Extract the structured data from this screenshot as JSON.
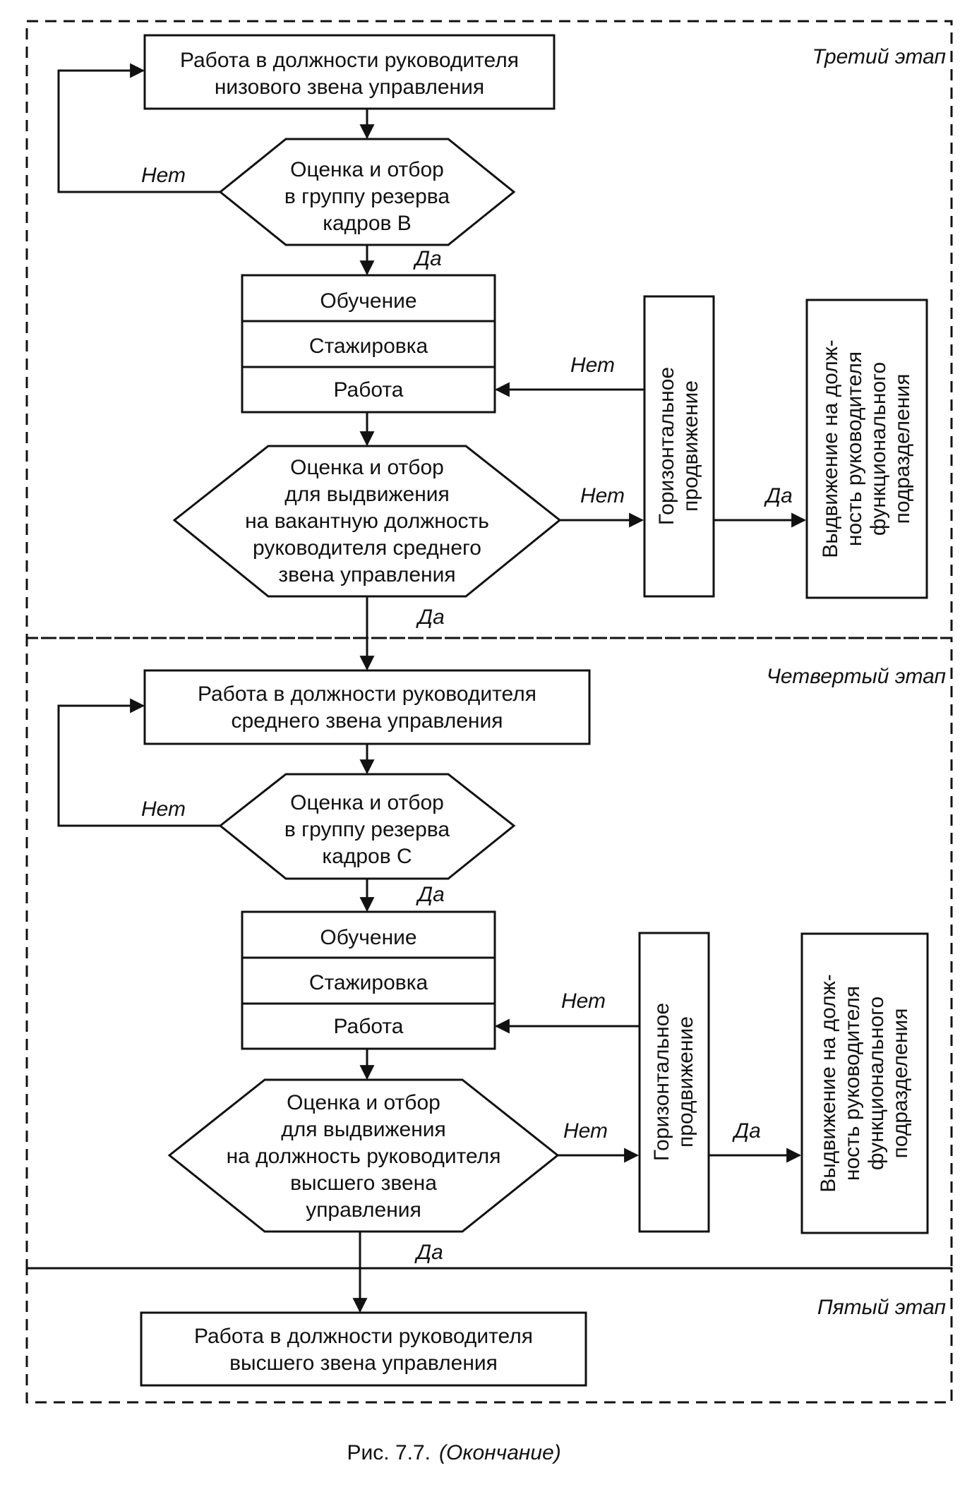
{
  "stage3": {
    "label": "Третий этап",
    "work_box": [
      "Работа в должности руководителя",
      "низового звена управления"
    ],
    "reserve_decision": [
      "Оценка и отбор",
      "в группу резерва",
      "кадров В"
    ],
    "training": {
      "row1": "Обучение",
      "row2": "Стажировка",
      "row3": "Работа"
    },
    "promotion_decision": [
      "Оценка и отбор",
      "для выдвижения",
      "на вакантную должность",
      "руководителя среднего",
      "звена управления"
    ],
    "horizontal_box": [
      "Горизонтальное",
      "продвижение"
    ],
    "functional_box": [
      "Выдвижение на долж-",
      "ность руководителя",
      "функционального",
      "подразделения"
    ]
  },
  "stage4": {
    "label": "Четвертый этап",
    "work_box": [
      "Работа в должности руководителя",
      "среднего звена управления"
    ],
    "reserve_decision": [
      "Оценка и отбор",
      "в группу резерва",
      "кадров С"
    ],
    "training": {
      "row1": "Обучение",
      "row2": "Стажировка",
      "row3": "Работа"
    },
    "promotion_decision": [
      "Оценка и отбор",
      "для выдвижения",
      "на должность руководителя",
      "высшего звена",
      "управления"
    ],
    "horizontal_box": [
      "Горизонтальное",
      "продвижение"
    ],
    "functional_box": [
      "Выдвижение на долж-",
      "ность руководителя",
      "функционального",
      "подразделения"
    ]
  },
  "stage5": {
    "label": "Пятый этап",
    "work_box": [
      "Работа в должности руководителя",
      "высшего звена управления"
    ]
  },
  "labels": {
    "yes": "Да",
    "no": "Нет"
  },
  "caption": {
    "prefix": "Рис. 7.7.",
    "suffix": "(Окончание)"
  }
}
